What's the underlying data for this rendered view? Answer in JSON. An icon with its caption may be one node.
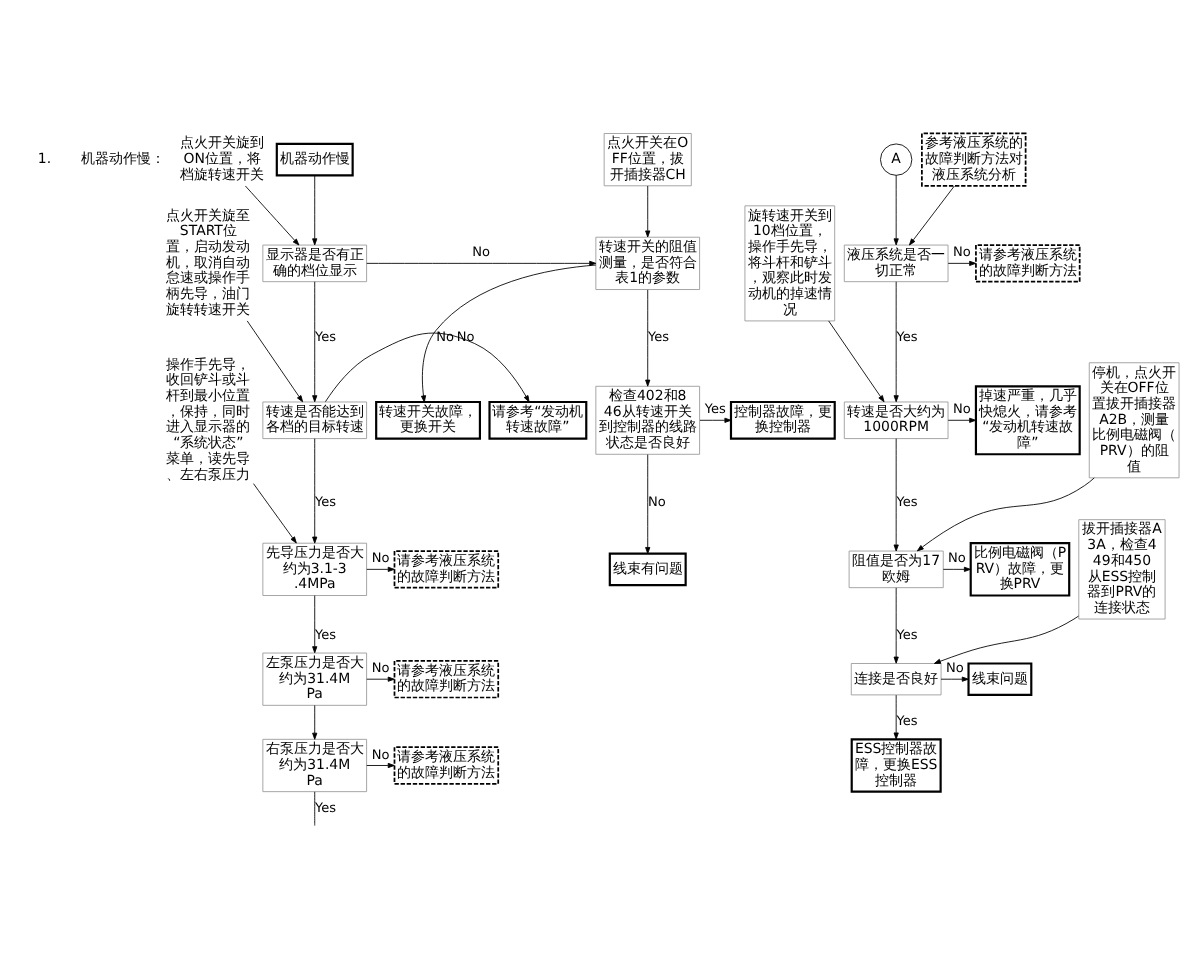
{
  "diagram": {
    "nodes": [
      {
        "text": [
          "机器动作慢"
        ]
      },
      {
        "text": [
          "显示器是否有正确的档位显示"
        ]
      },
      {
        "text": [
          "转速开关故障，更换开关"
        ]
      },
      {
        "text": [
          "转速开关的阻值测量，是否符合表1的参数"
        ]
      },
      {
        "text": [
          "点火开关在OFF位置，拔开插接器CH"
        ]
      },
      {
        "text": [
          "检查402和846从转速开关到控制器的线路状态是否良好"
        ]
      },
      {
        "text": [
          "控制器故障，更换控制器"
        ]
      },
      {
        "text": [
          "线束有问题"
        ]
      },
      {
        "text": [
          "转速是否能达到各档的目标转速"
        ]
      },
      {
        "text": [
          "请参考“发动机转速故障”"
        ]
      },
      {
        "text": [
          "先导压力是否大约为3.1-3.4MPa"
        ]
      },
      {
        "text": [
          "请参考液压系统的故障判断方法"
        ]
      },
      {
        "text": [
          "左泵压力是否大约为31.4MPa"
        ]
      },
      {
        "text": [
          "请参考液压系统的故障判断方法"
        ]
      },
      {
        "text": [
          "右泵压力是否大约为31.4MPa"
        ]
      },
      {
        "text": [
          "请参考液压系统的故障判断方法"
        ]
      },
      {
        "text": [
          "点火开关旋到ON位置，将档旋转速开关"
        ]
      },
      {
        "text": [
          "点火开关旋至START位置，启动发动机，取消自动怠速或操作手柄先导，油门旋转转速开关"
        ]
      },
      {
        "text": [
          "操作手先导，收回铲斗或斗杆到最小位置，保持，同时进入显示器的“系统状态”菜单，读先导、左右泵压力"
        ]
      },
      {
        "text": [
          "A"
        ]
      },
      {
        "text": [
          "参考液压系统的故障判断方法对液压系统分析"
        ]
      },
      {
        "text": [
          "液压系统是否一切正常"
        ]
      },
      {
        "text": [
          "请参考液压系统的故障判断方法"
        ]
      },
      {
        "text": [
          "转速是否大约为1000RPM"
        ]
      },
      {
        "text": [
          "掉速严重，几乎快熄火，请参考“发动机转速故障”"
        ]
      },
      {
        "text": [
          "旋转速开关到10档位置，操作手先导，将斗杆和铲斗，观察此时发动机的掉速情况"
        ]
      },
      {
        "text": [
          "阻值是否为17欧姆"
        ]
      },
      {
        "text": [
          "停机，点火开关在OFF位置拔开插接器A2B，测量比例电磁阀（PRV）的阻值"
        ]
      },
      {
        "text": [
          "比例电磁阀（PRV）故障，更换PRV"
        ]
      },
      {
        "text": [
          "拔开插接器A3A，检查449和450从ESS控制器到PRV的连接状态"
        ]
      },
      {
        "text": [
          "连接是否良好"
        ]
      },
      {
        "text": [
          "线束问题"
        ]
      },
      {
        "text": [
          "ESS控制器故障，更换ESS控制器"
        ]
      }
    ],
    "edges": [
      {
        "from": 0,
        "to": 1,
        "arrow": "to"
      },
      {
        "from": 16,
        "to": 1,
        "arrow": "to"
      },
      {
        "from": 1,
        "to": 3,
        "arrow": "to",
        "label": "No"
      },
      {
        "from": 1,
        "to": 8,
        "arrow": "to",
        "label": "Yes"
      },
      {
        "from": 4,
        "to": 3,
        "arrow": "to"
      },
      {
        "from": 3,
        "to": 2,
        "arrow": "to",
        "label": "No"
      },
      {
        "from": 3,
        "to": 5,
        "arrow": "to",
        "label": "Yes"
      },
      {
        "from": 5,
        "to": 6,
        "arrow": "to",
        "label": "Yes"
      },
      {
        "from": 5,
        "to": 7,
        "arrow": "to",
        "label": "No"
      },
      {
        "from": 17,
        "to": 8,
        "arrow": "to"
      },
      {
        "from": 8,
        "to": 9,
        "arrow": "to",
        "label": "No"
      },
      {
        "from": 8,
        "to": 10,
        "arrow": "to",
        "label": "Yes"
      },
      {
        "from": 18,
        "to": 10,
        "arrow": "to"
      },
      {
        "from": 10,
        "to": 11,
        "arrow": "to",
        "label": "No"
      },
      {
        "from": 10,
        "to": 12,
        "arrow": "to",
        "label": "Yes"
      },
      {
        "from": 12,
        "to": 13,
        "arrow": "to",
        "label": "No"
      },
      {
        "from": 12,
        "to": 14,
        "arrow": "to"
      },
      {
        "from": 14,
        "to": 15,
        "arrow": "to",
        "label": "No"
      },
      {
        "from": 14,
        "to": null,
        "arrow": "none",
        "label": "Yes"
      },
      {
        "from": 19,
        "to": 21,
        "arrow": "to"
      },
      {
        "from": 20,
        "to": 21,
        "arrow": "to"
      },
      {
        "from": 21,
        "to": 22,
        "arrow": "to",
        "label": "No"
      },
      {
        "from": 21,
        "to": 23,
        "arrow": "to",
        "label": "Yes"
      },
      {
        "from": 25,
        "to": 23,
        "arrow": "to"
      },
      {
        "from": 23,
        "to": 24,
        "arrow": "to",
        "label": "No"
      },
      {
        "from": 23,
        "to": 26,
        "arrow": "to",
        "label": "Yes"
      },
      {
        "from": 27,
        "to": 26,
        "arrow": "to"
      },
      {
        "from": 26,
        "to": 28,
        "arrow": "to",
        "label": "No"
      },
      {
        "from": 26,
        "to": 30,
        "arrow": "to",
        "label": "Yes"
      },
      {
        "from": 29,
        "to": 30,
        "arrow": "to"
      },
      {
        "from": 30,
        "to": 31,
        "arrow": "to",
        "label": "No"
      },
      {
        "from": 30,
        "to": 32,
        "arrow": "to",
        "label": "Yes"
      }
    ],
    "labels": [
      "1.",
      "机器动作慢："
    ]
  }
}
